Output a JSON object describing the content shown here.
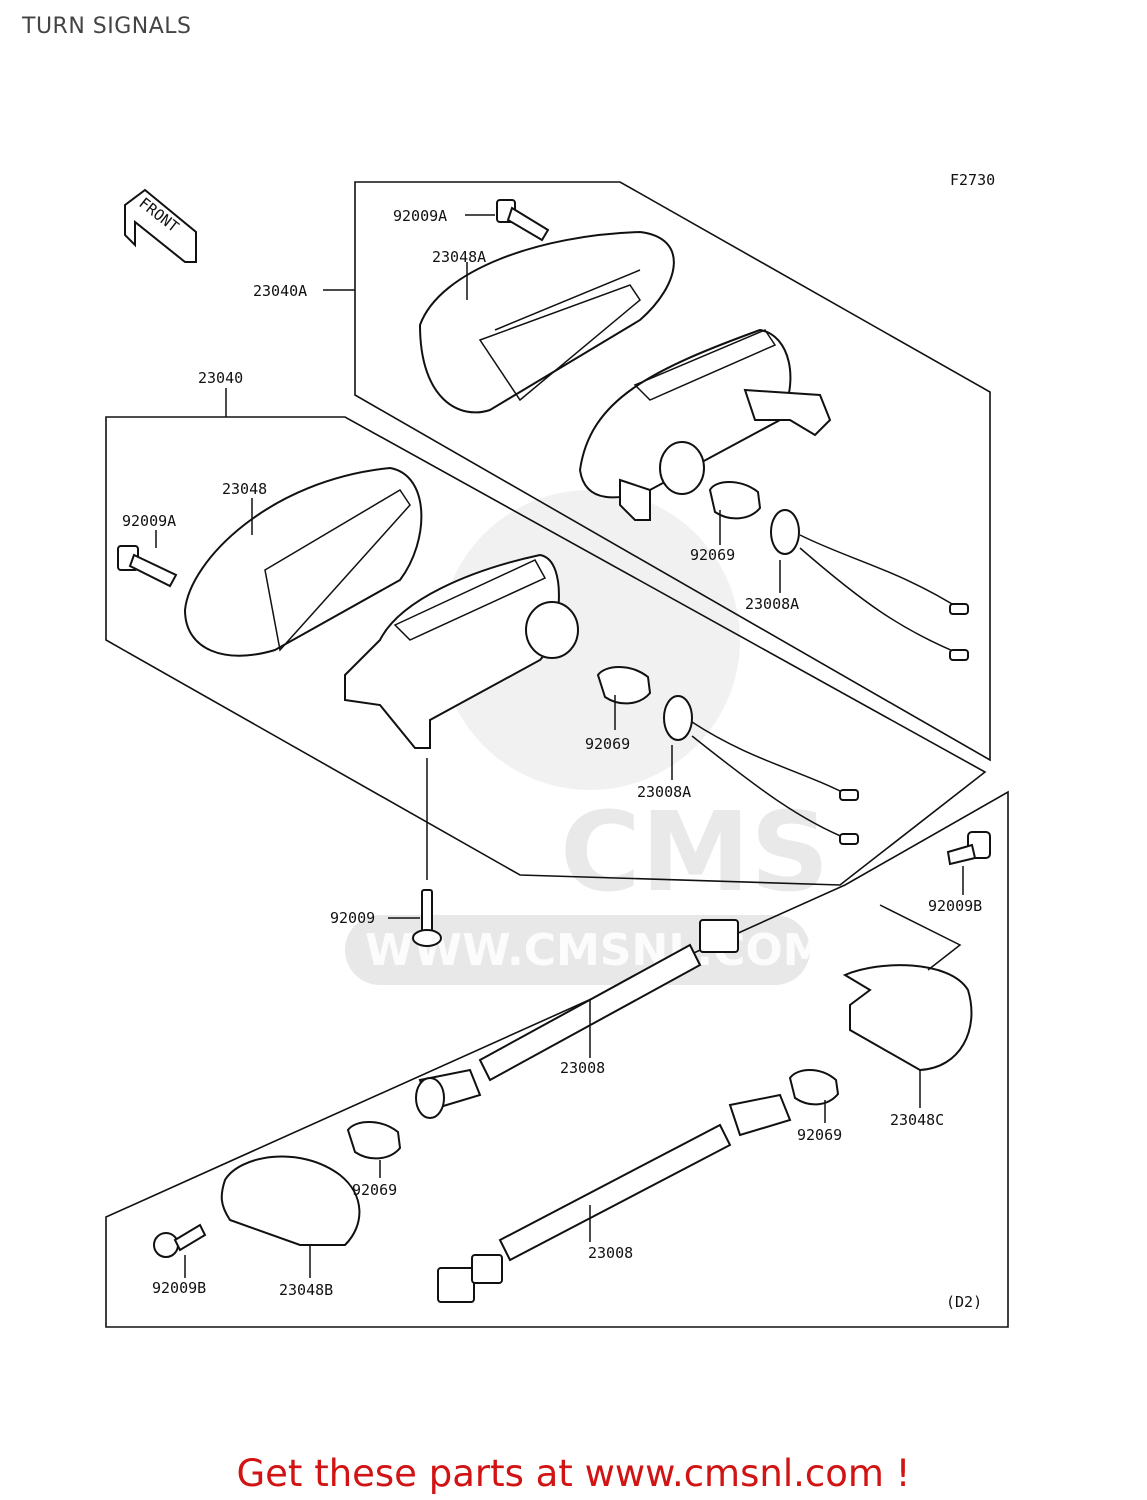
{
  "page": {
    "title": "TURN SIGNALS"
  },
  "diagram": {
    "ref_code": "F2730",
    "section_code": "(D2)",
    "front_label": "FRONT",
    "labels": {
      "p92009A_top": "92009A",
      "p23048A": "23048A",
      "p23040A": "23040A",
      "p23040": "23040",
      "p23048": "23048",
      "p92009A_left": "92009A",
      "p92069_a": "92069",
      "p23008A_a": "23008A",
      "p92069_b": "92069",
      "p23008A_b": "23008A",
      "p92009": "92009",
      "p92009B_right": "92009B",
      "p23008_upper": "23008",
      "p92069_c": "92069",
      "p92069_d": "92069",
      "p23048C": "23048C",
      "p23008_lower": "23008",
      "p92009B_left": "92009B",
      "p23048B": "23048B"
    },
    "watermark": {
      "brand": "CMS",
      "site": "WWW.CMSNL.COM"
    }
  },
  "footer": {
    "cta": "Get these parts at www.cmsnl.com !"
  },
  "colors": {
    "cta": "#d11313",
    "line": "#111111",
    "watermark": "#d8d8d8"
  }
}
